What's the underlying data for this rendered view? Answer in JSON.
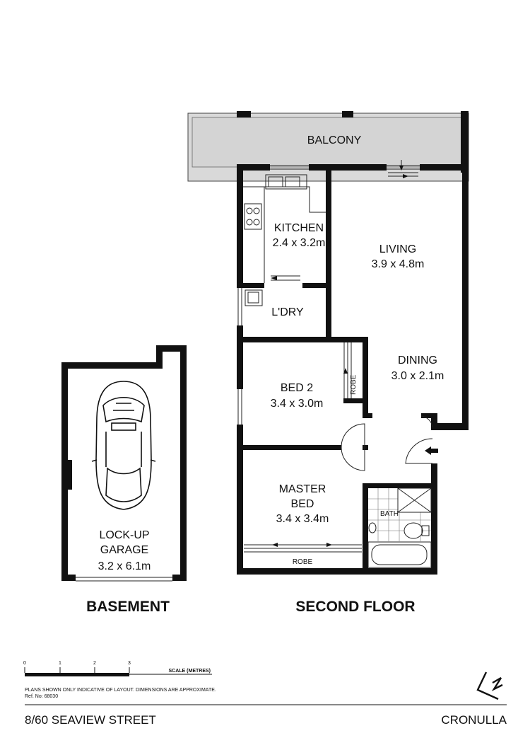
{
  "rooms": {
    "balcony": "BALCONY",
    "kitchen": "KITCHEN",
    "kitchen_dim": "2.4 x 3.2m",
    "living": "LIVING",
    "living_dim": "3.9 x 4.8m",
    "laundry": "L'DRY",
    "dining": "DINING",
    "dining_dim": "3.0 x 2.1m",
    "bed2": "BED 2",
    "bed2_dim": "3.4 x 3.0m",
    "robe_small": "ROBE",
    "master": "MASTER",
    "master_bed": "BED",
    "master_dim": "3.4 x 3.4m",
    "robe": "ROBE",
    "bath": "BATH",
    "garage": "LOCK-UP",
    "garage2": "GARAGE",
    "garage_dim": "3.2 x 6.1m"
  },
  "headings": {
    "basement": "BASEMENT",
    "second_floor": "SECOND FLOOR"
  },
  "scale": {
    "ticks": [
      "0",
      "1",
      "2",
      "3"
    ],
    "label": "SCALE (METRES)"
  },
  "notes": {
    "disclaimer": "PLANS SHOWN ONLY INDICATIVE OF LAYOUT.  DIMENSIONS ARE APPROXIMATE.",
    "ref": "Ref. No: 68030"
  },
  "footer": {
    "address": "8/60 SEAVIEW STREET",
    "suburb": "CRONULLA"
  },
  "colors": {
    "wall": "#111111",
    "balcony_fill": "#d9d9d9"
  }
}
